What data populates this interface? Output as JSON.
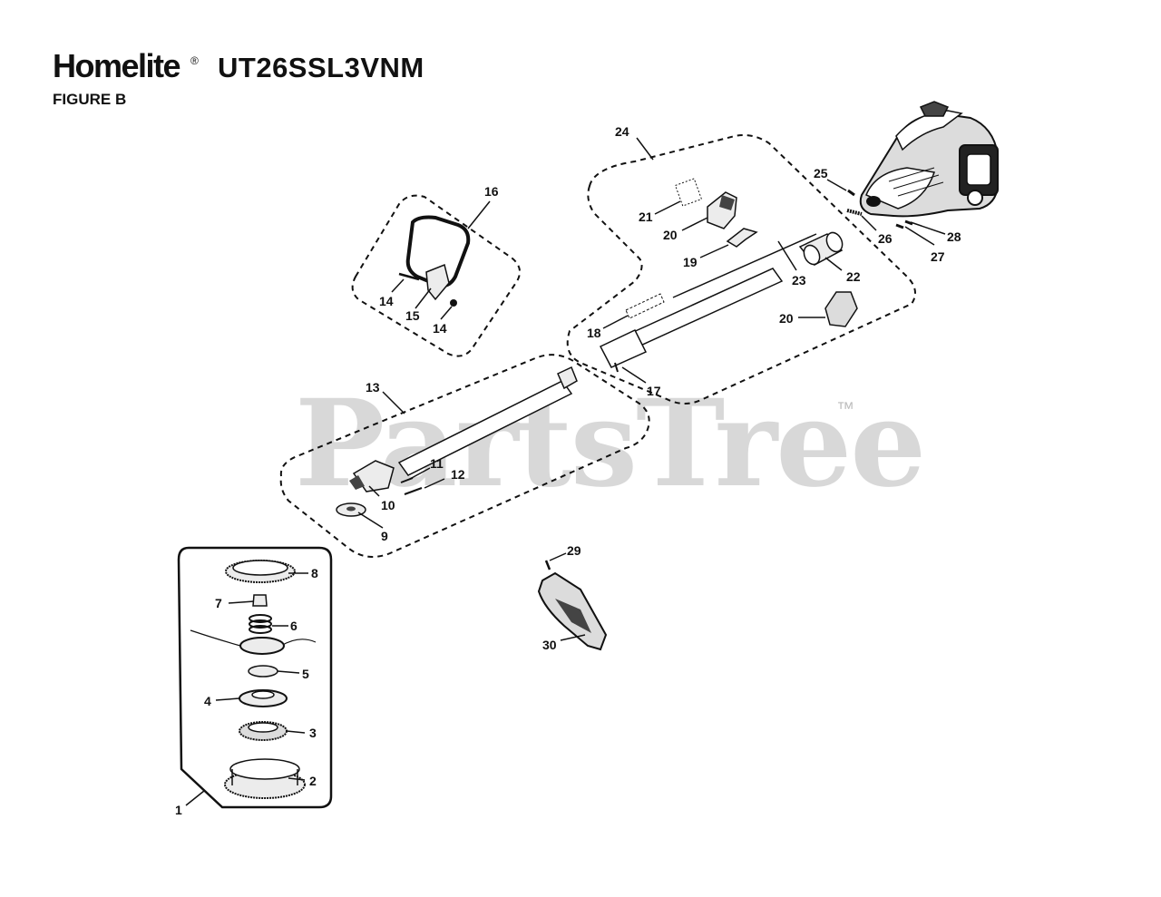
{
  "header": {
    "brand": "Homelite",
    "brand_mark": "®",
    "model": "UT26SSL3VNM",
    "figure_label": "FIGURE B"
  },
  "watermark": {
    "text": "PartsTree",
    "tm": "™"
  },
  "callouts": {
    "c1": "1",
    "c2": "2",
    "c3": "3",
    "c4": "4",
    "c5": "5",
    "c6": "6",
    "c7": "7",
    "c8": "8",
    "c9": "9",
    "c10": "10",
    "c11": "11",
    "c12": "12",
    "c13": "13",
    "c14a": "14",
    "c14b": "14",
    "c15": "15",
    "c16": "16",
    "c17": "17",
    "c18": "18",
    "c19": "19",
    "c20a": "20",
    "c20b": "20",
    "c21": "21",
    "c22": "22",
    "c23": "23",
    "c24": "24",
    "c25": "25",
    "c26": "26",
    "c27": "27",
    "c28": "28",
    "c29": "29",
    "c30": "30"
  }
}
